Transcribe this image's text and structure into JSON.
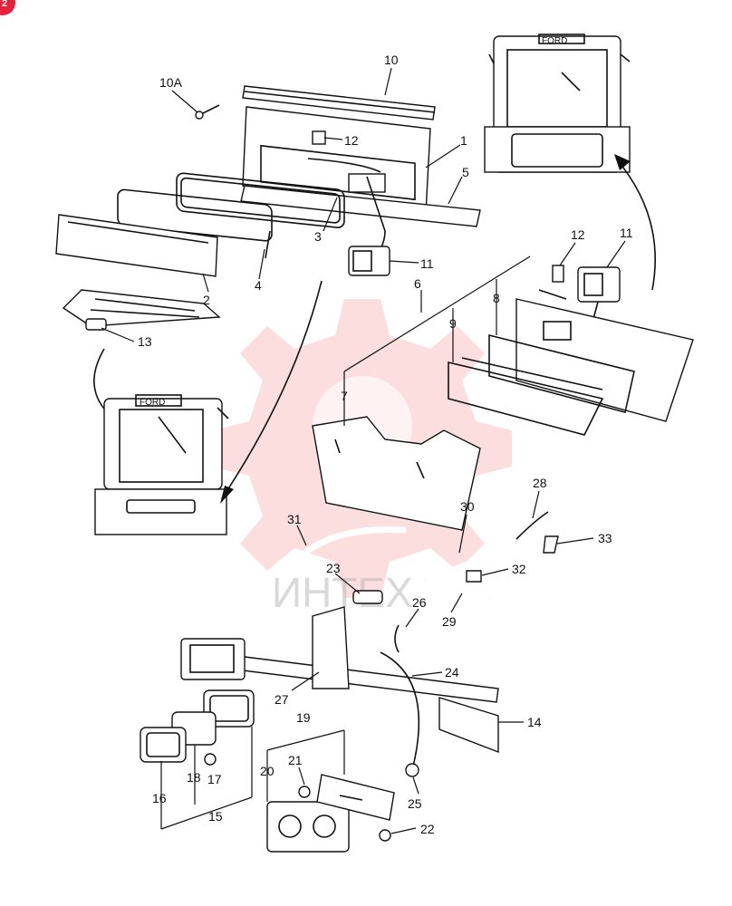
{
  "corner_badge": "2",
  "watermark": "ИНТЕХ",
  "cab_brand": "FORD",
  "callouts": [
    "10A",
    "10",
    "12",
    "1",
    "5",
    "3",
    "11",
    "2",
    "4",
    "13",
    "6",
    "12",
    "11",
    "8",
    "9",
    "7",
    "28",
    "30",
    "31",
    "33",
    "23",
    "32",
    "26",
    "29",
    "24",
    "27",
    "14",
    "19",
    "21",
    "20",
    "18",
    "17",
    "16",
    "15",
    "25",
    "22"
  ]
}
